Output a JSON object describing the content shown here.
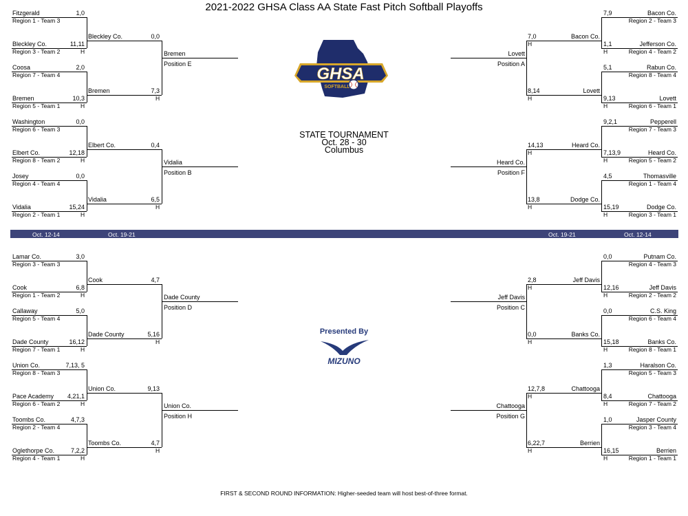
{
  "title": "2021-2022 GHSA Class AA State Fast Pitch Softball Playoffs",
  "tournament": {
    "line1": "STATE TOURNAMENT",
    "line2": "Oct. 28 - 30",
    "line3": "Columbus"
  },
  "presented_by": "Presented By",
  "logos": {
    "ghsa_text": "GHSA",
    "ghsa_sub": "SOFTBALL",
    "sponsor_text": "MIZUNO"
  },
  "colors": {
    "band": "#3d4479",
    "ghsa_navy": "#1f2d6b",
    "ghsa_gold": "#d8a72a",
    "mizuno_blue": "#263a7a"
  },
  "band": {
    "left1": "Oct. 12-14",
    "left2": "Oct. 19-21",
    "right2": "Oct. 19-21",
    "right1": "Oct. 12-14"
  },
  "footer": "FIRST & SECOND ROUND INFORMATION: Higher-seeded team will host best-of-three format.",
  "host_mark": "H",
  "brackets": [
    {
      "side": "left",
      "pos": "Position E",
      "winner": "Bremen",
      "halves": [
        {
          "r2": {
            "name": "Bleckley Co.",
            "score": "0,0"
          },
          "teams": [
            {
              "name": "Fitzgerald",
              "score": "1,0",
              "seed": "Region 1 - Team 3"
            },
            {
              "name": "Bleckley Co.",
              "score": "11,11",
              "seed": "Region 3 - Team 2"
            }
          ]
        },
        {
          "r2": {
            "name": "Bremen",
            "score": "7,3"
          },
          "teams": [
            {
              "name": "Coosa",
              "score": "2,0",
              "seed": "Region 7 - Team 4"
            },
            {
              "name": "Bremen",
              "score": "10,3",
              "seed": "Region 5 - Team 1"
            }
          ]
        }
      ]
    },
    {
      "side": "left",
      "pos": "Position B",
      "winner": "Vidalia",
      "halves": [
        {
          "r2": {
            "name": "Elbert Co.",
            "score": "0,4"
          },
          "teams": [
            {
              "name": "Washington",
              "score": "0,0",
              "seed": "Region 6 - Team 3"
            },
            {
              "name": "Elbert Co.",
              "score": "12,18",
              "seed": "Region 8 - Team 2"
            }
          ]
        },
        {
          "r2": {
            "name": "Vidalia",
            "score": "6,5"
          },
          "teams": [
            {
              "name": "Josey",
              "score": "0,0",
              "seed": "Region 4 - Team 4"
            },
            {
              "name": "Vidalia",
              "score": "15,24",
              "seed": "Region 2 - Team 1"
            }
          ]
        }
      ]
    },
    {
      "side": "left",
      "pos": "Position D",
      "winner": "Dade County",
      "halves": [
        {
          "r2": {
            "name": "Cook",
            "score": "4,7"
          },
          "teams": [
            {
              "name": "Lamar Co.",
              "score": "3,0",
              "seed": "Region 3 - Team 3"
            },
            {
              "name": "Cook",
              "score": "6,8",
              "seed": "Region 1 - Team 2"
            }
          ]
        },
        {
          "r2": {
            "name": "Dade County",
            "score": "5,16"
          },
          "teams": [
            {
              "name": "Callaway",
              "score": "5,0",
              "seed": "Region 5 - Team 4"
            },
            {
              "name": "Dade County",
              "score": "16,12",
              "seed": "Region 7 - Team 1"
            }
          ]
        }
      ]
    },
    {
      "side": "left",
      "pos": "Position H",
      "winner": "Union Co.",
      "halves": [
        {
          "r2": {
            "name": "Union Co.",
            "score": "9,13"
          },
          "teams": [
            {
              "name": "Union Co.",
              "score": "7,13, 5",
              "seed": "Region 8 - Team 3"
            },
            {
              "name": "Pace Academy",
              "score": "4,21,1",
              "seed": "Region 6 - Team 2"
            }
          ]
        },
        {
          "r2": {
            "name": "Toombs Co.",
            "score": "4,7"
          },
          "teams": [
            {
              "name": "Toombs Co.",
              "score": "4,7,3",
              "seed": "Region 2 - Team 4"
            },
            {
              "name": "Oglethorpe Co.",
              "score": "7,2,2",
              "seed": "Region 4 - Team 1"
            }
          ]
        }
      ]
    },
    {
      "side": "right",
      "pos": "Position A",
      "winner": "Lovett",
      "halves": [
        {
          "r2": {
            "name": "Bacon Co.",
            "score": "7,0"
          },
          "teams": [
            {
              "name": "Bacon Co.",
              "score": "7,9",
              "seed": "Region 2 - Team 3"
            },
            {
              "name": "Jefferson Co.",
              "score": "1,1",
              "seed": "Region 4 - Team 2"
            }
          ]
        },
        {
          "r2": {
            "name": "Lovett",
            "score": "8,14"
          },
          "teams": [
            {
              "name": "Rabun Co.",
              "score": "5,1",
              "seed": "Region  8 - Team 4"
            },
            {
              "name": "Lovett",
              "score": "9,13",
              "seed": "Region 6 - Team 1"
            }
          ]
        }
      ]
    },
    {
      "side": "right",
      "pos": "Position F",
      "winner": "Heard Co.",
      "halves": [
        {
          "r2": {
            "name": "Heard Co.",
            "score": "14,13"
          },
          "teams": [
            {
              "name": "Pepperell",
              "score": "9,2,1",
              "seed": "Region 7 - Team 3"
            },
            {
              "name": "Heard Co.",
              "score": "7,13,9",
              "seed": "Region 5 - Team 2"
            }
          ]
        },
        {
          "r2": {
            "name": "Dodge Co.",
            "score": "13,8"
          },
          "teams": [
            {
              "name": "Thomasville",
              "score": "4,5",
              "seed": "Region 1 - Team 4"
            },
            {
              "name": "Dodge Co.",
              "score": "15,19",
              "seed": "Region 3 - Team 1"
            }
          ]
        }
      ]
    },
    {
      "side": "right",
      "pos": "Position C",
      "winner": "Jeff Davis",
      "halves": [
        {
          "r2": {
            "name": "Jeff Davis",
            "score": "2,8"
          },
          "teams": [
            {
              "name": "Putnam Co.",
              "score": "0,0",
              "seed": "Region 4 - Team 3"
            },
            {
              "name": "Jeff Davis",
              "score": "12,16",
              "seed": "Region 2 - Team 2"
            }
          ]
        },
        {
          "r2": {
            "name": "Banks Co.",
            "score": "0,0"
          },
          "teams": [
            {
              "name": "C.S. King",
              "score": "0,0",
              "seed": "Region 6 - Team 4"
            },
            {
              "name": "Banks Co.",
              "score": "15,18",
              "seed": "Region 8 - Team 1"
            }
          ]
        }
      ]
    },
    {
      "side": "right",
      "pos": "Position G",
      "winner": "Chattooga",
      "halves": [
        {
          "r2": {
            "name": "Chattooga",
            "score": "12,7,8"
          },
          "teams": [
            {
              "name": "Haralson Co.",
              "score": "1,3",
              "seed": "Region 5 - Team 3"
            },
            {
              "name": "Chattooga",
              "score": "8,4",
              "seed": "Region 7 - Team 2"
            }
          ]
        },
        {
          "r2": {
            "name": "Berrien",
            "score": "6,22,7"
          },
          "teams": [
            {
              "name": "Jasper County",
              "score": "1,0",
              "seed": "Region 3 - Team 4"
            },
            {
              "name": "Berrien",
              "score": "16,15",
              "seed": "Region 1 - Team 1"
            }
          ]
        }
      ]
    }
  ]
}
